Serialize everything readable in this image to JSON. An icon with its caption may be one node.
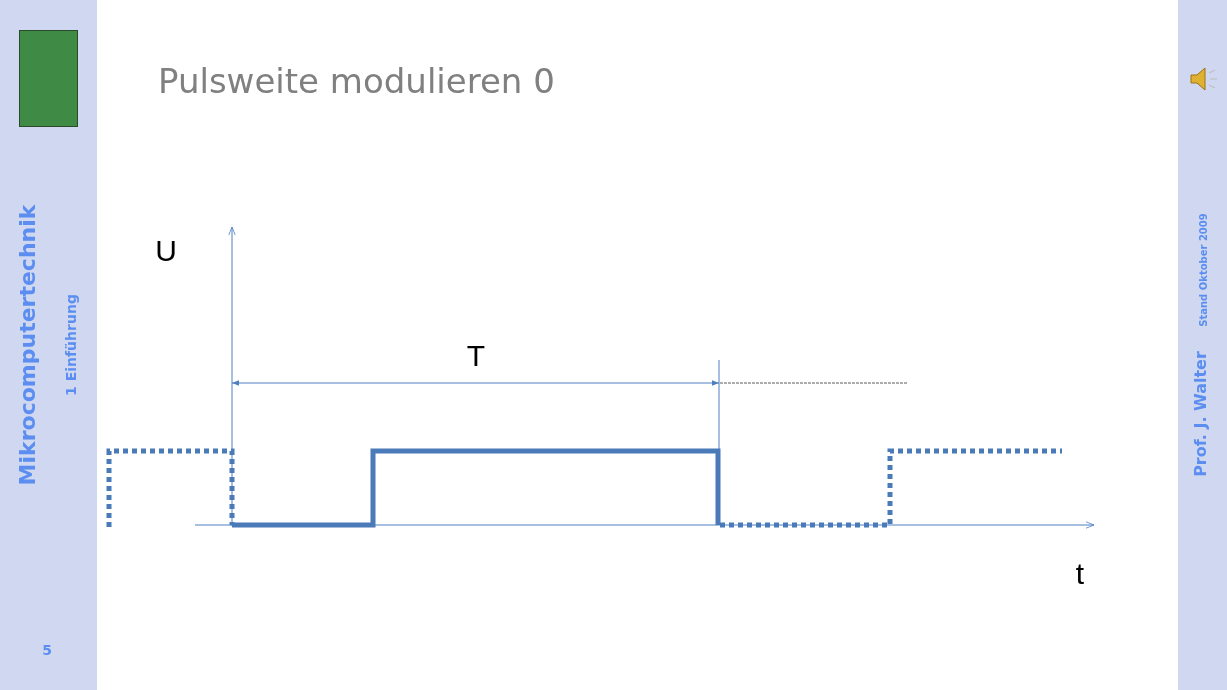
{
  "diagram": {
    "title": "Pulsweite modulieren 0",
    "labels": [
      "Mikrocomputertechnik",
      "1 Einführung",
      "5",
      "U",
      "T",
      "t",
      "Prof. J. Walter",
      "Stand Oktober 2009"
    ]
  }
}
